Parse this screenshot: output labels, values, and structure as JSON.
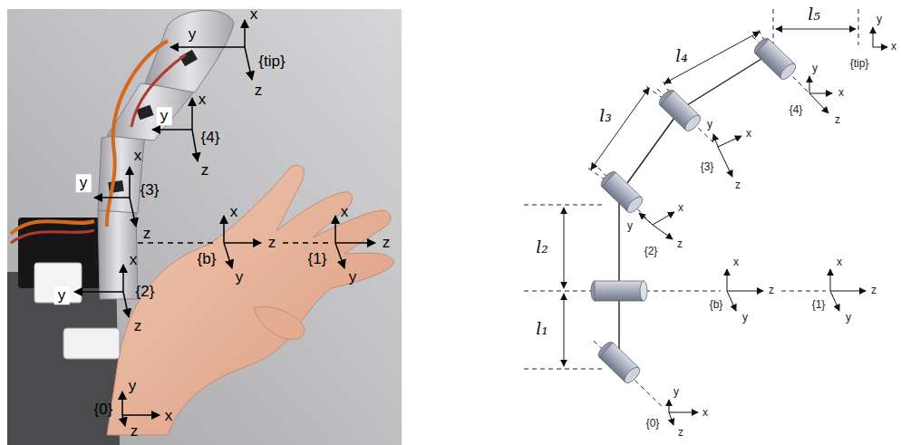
{
  "diagram": {
    "labels": [
      "x",
      "y",
      "{tip}",
      "z",
      "x",
      "y",
      "{4}",
      "z",
      "x",
      "y",
      "{3}",
      "z",
      "x",
      "z",
      "{b}",
      "y",
      "x",
      "z",
      "{1}",
      "y",
      "x",
      "y",
      "{2}",
      "z",
      "y",
      "x",
      "{0}",
      "z",
      "l₅",
      "y",
      "x",
      "{tip}",
      "l₄",
      "y",
      "x",
      "{4}",
      "z",
      "l₃",
      "y",
      "x",
      "{3}",
      "z",
      "x",
      "y",
      "z",
      "{2}",
      "l₂",
      "x",
      "z",
      "{b}",
      "y",
      "x",
      "z",
      "{1}",
      "y",
      "l₁",
      "y",
      "x",
      "{0}",
      "z"
    ]
  }
}
